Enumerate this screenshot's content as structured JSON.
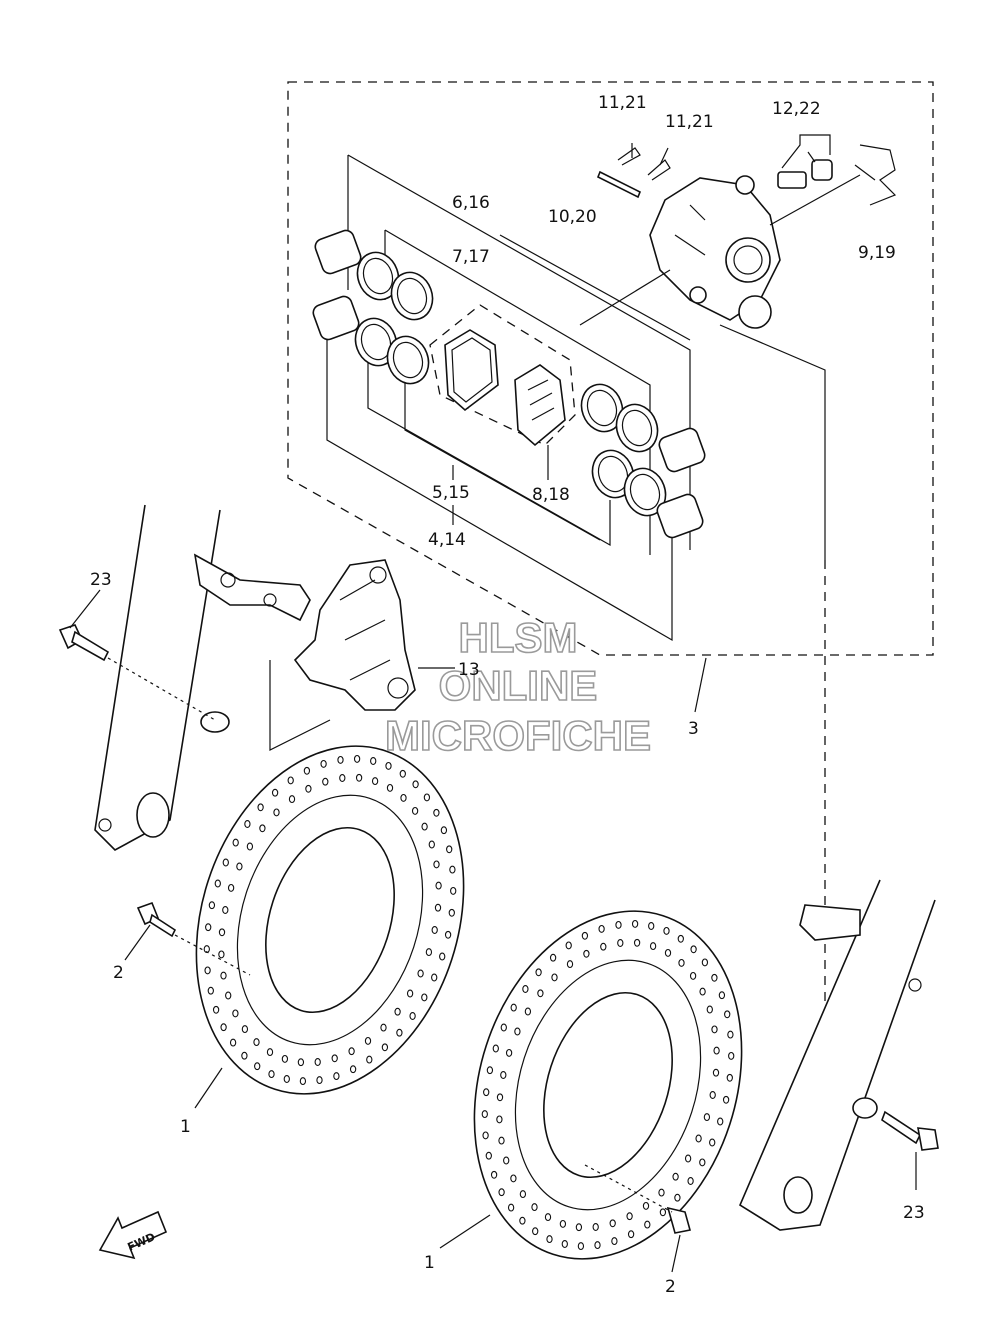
{
  "watermark": [
    "HLSM",
    "ONLINE",
    "MICROFICHE"
  ],
  "labels": {
    "p1a": "1",
    "p1b": "1",
    "p2a": "2",
    "p2b": "2",
    "p3": "3",
    "p4_14": "4,14",
    "p5_15": "5,15",
    "p6_16": "6,16",
    "p7_17": "7,17",
    "p8_18": "8,18",
    "p9_19": "9,19",
    "p10_20": "10,20",
    "p11_21a": "11,21",
    "p11_21b": "11,21",
    "p12_22": "12,22",
    "p13": "13",
    "p23a": "23",
    "p23b": "23"
  },
  "fwd": "FWD"
}
